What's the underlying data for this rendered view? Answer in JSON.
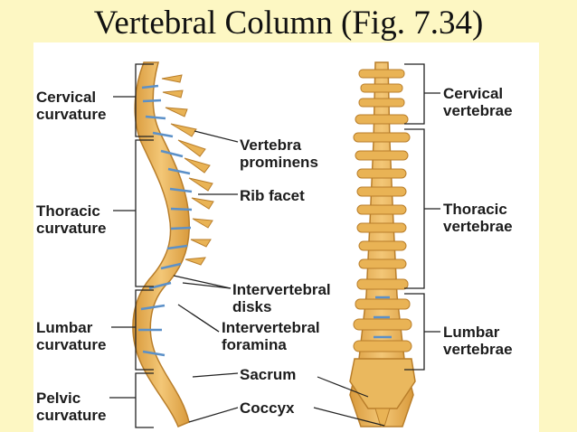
{
  "slide": {
    "title": "Vertebral Column  (Fig. 7.34)"
  },
  "labels": {
    "cervical_curvature": {
      "line1": "Cervical",
      "line2": "curvature"
    },
    "thoracic_curvature": {
      "line1": "Thoracic",
      "line2": "curvature"
    },
    "lumbar_curvature": {
      "line1": "Lumbar",
      "line2": "curvature"
    },
    "pelvic_curvature": {
      "line1": "Pelvic",
      "line2": "curvature"
    },
    "vertebra_prominens": {
      "line1": "Vertebra",
      "line2": "prominens"
    },
    "rib_facet": "Rib facet",
    "intervertebral_disks": {
      "line1": "Intervertebral",
      "line2": "disks"
    },
    "intervertebral_foramina": {
      "line1": "Intervertebral",
      "line2": "foramina"
    },
    "sacrum": "Sacrum",
    "coccyx": "Coccyx",
    "cervical_vertebrae": {
      "line1": "Cervical",
      "line2": "vertebrae"
    },
    "thoracic_vertebrae": {
      "line1": "Thoracic",
      "line2": "vertebrae"
    },
    "lumbar_vertebrae": {
      "line1": "Lumbar",
      "line2": "vertebrae"
    }
  },
  "colors": {
    "background": "#fdf7c3",
    "bone": "#e9b355",
    "bone_outline": "#b97e2a",
    "disk": "#5b90c8",
    "leader_line": "#222222"
  }
}
